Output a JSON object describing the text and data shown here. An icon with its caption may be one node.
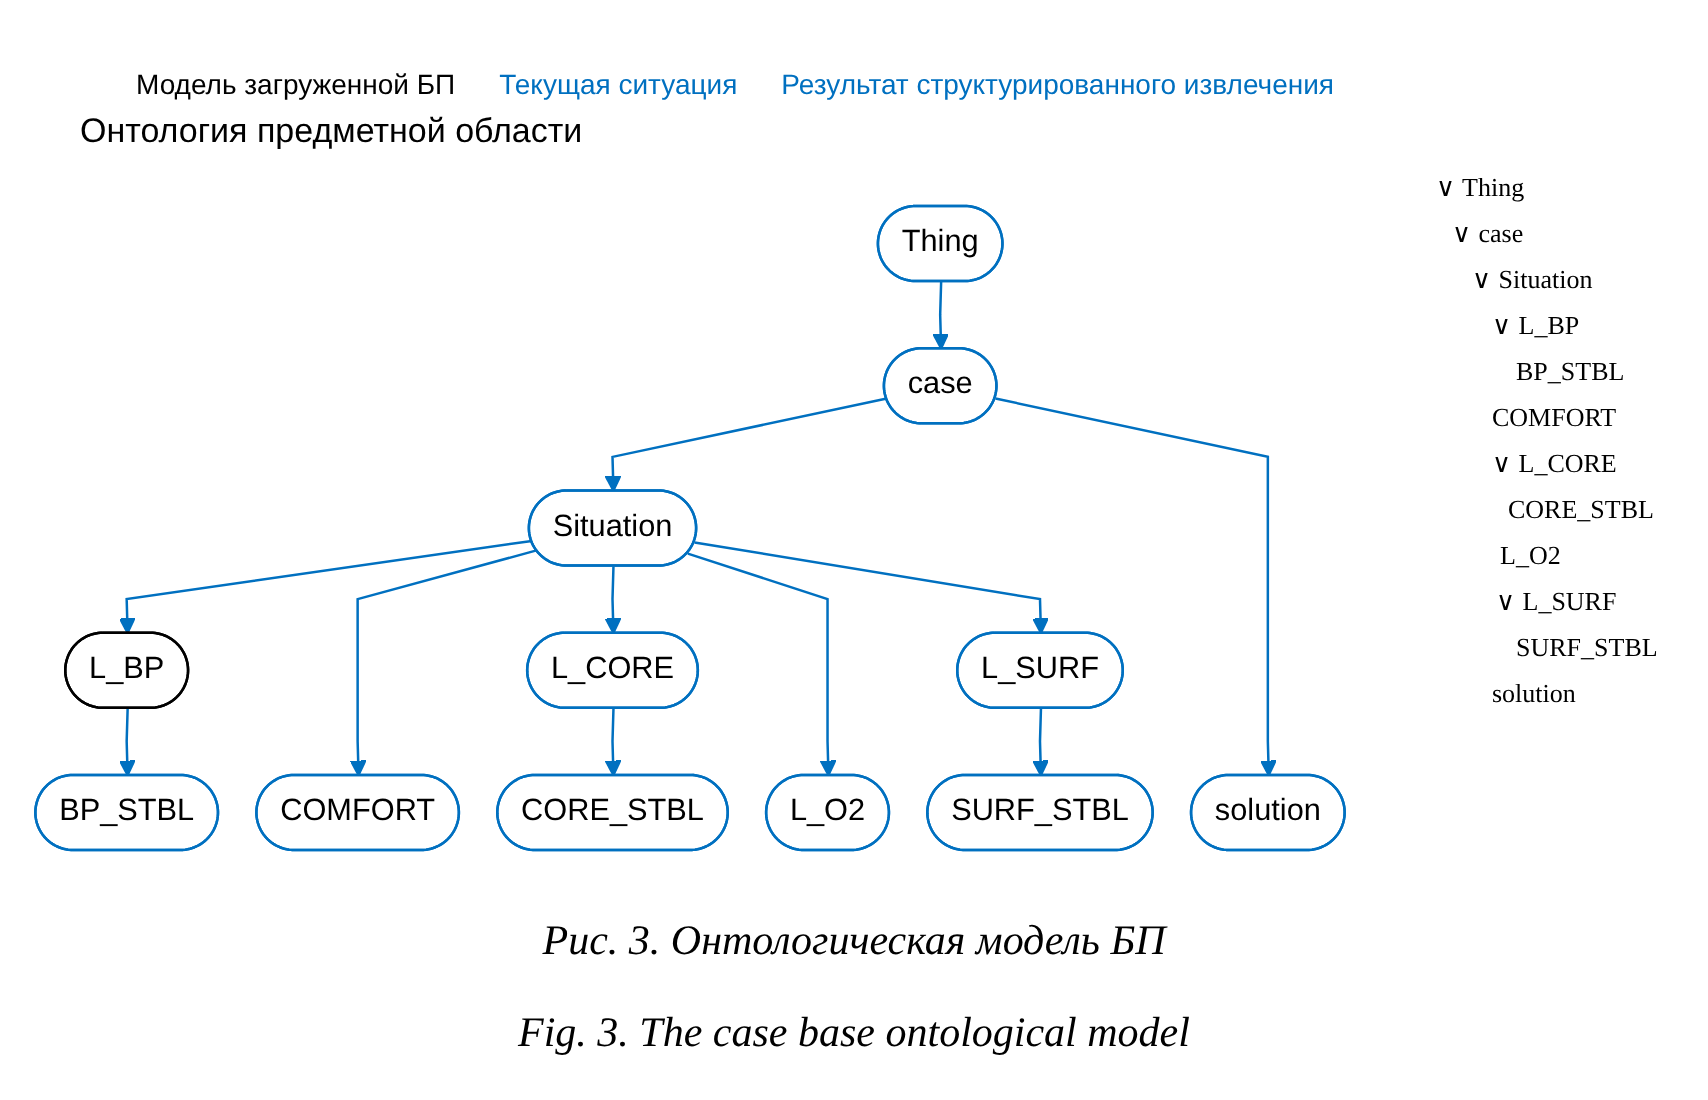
{
  "diagram": {
    "caption": "Рис. 3. Онтологическая модель БП",
    "nodes": [
      {
        "text": [
          "Thing"
        ]
      },
      {
        "text": [
          "case"
        ]
      },
      {
        "text": [
          "Situation"
        ]
      },
      {
        "text": [
          "L_BP"
        ]
      },
      {
        "text": [
          "L_CORE"
        ]
      },
      {
        "text": [
          "L_SURF"
        ]
      },
      {
        "text": [
          "BP_STBL"
        ]
      },
      {
        "text": [
          "COMFORT"
        ]
      },
      {
        "text": [
          "CORE_STBL"
        ]
      },
      {
        "text": [
          "L_O2"
        ]
      },
      {
        "text": [
          "SURF_STBL"
        ]
      },
      {
        "text": [
          "solution"
        ]
      }
    ],
    "edges": [
      {
        "from": 0,
        "to": 1,
        "arrow": "to"
      },
      {
        "from": 1,
        "to": 2,
        "arrow": "to"
      },
      {
        "from": 1,
        "to": 11,
        "arrow": "to"
      },
      {
        "from": 2,
        "to": 3,
        "arrow": "to"
      },
      {
        "from": 2,
        "to": 7,
        "arrow": "to"
      },
      {
        "from": 2,
        "to": 4,
        "arrow": "to"
      },
      {
        "from": 2,
        "to": 9,
        "arrow": "to"
      },
      {
        "from": 2,
        "to": 5,
        "arrow": "to"
      },
      {
        "from": 3,
        "to": 6,
        "arrow": "to"
      },
      {
        "from": 4,
        "to": 8,
        "arrow": "to"
      },
      {
        "from": 5,
        "to": 10,
        "arrow": "to"
      }
    ],
    "labels": [
      "Модель загруженной БП",
      "Текущая ситуация",
      "Результат структурированного извлечения",
      "Онтология предметной области",
      "∨ Thing",
      "∨ case",
      "∨ Situation",
      "∨ L_BP",
      "BP_STBL",
      "COMFORT",
      "∨ L_CORE",
      "CORE_STBL",
      "L_O2",
      "∨ L_SURF",
      "SURF_STBL",
      "solution",
      "Fig. 3. The case base ontological model"
    ]
  }
}
